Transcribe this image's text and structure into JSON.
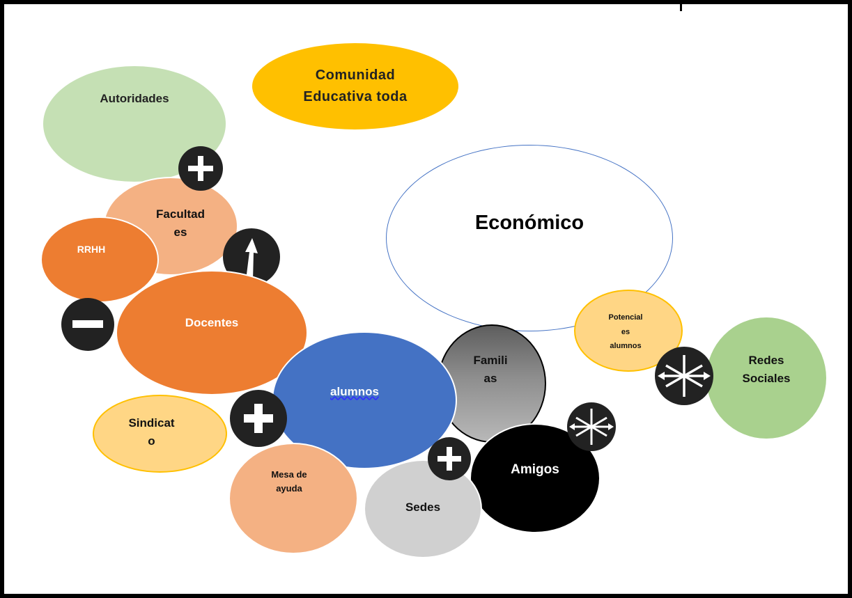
{
  "diagram": {
    "nodes": {
      "comunidad": {
        "label": "Comunidad\nEducativa  toda",
        "color": "#FFC000"
      },
      "autoridades": {
        "label": "Autoridades",
        "color": "#C5E0B4"
      },
      "facultades": {
        "label": "Facultad\nes",
        "color": "#F4B183"
      },
      "rrhh": {
        "label": "RRHH",
        "color": "#ED7D31"
      },
      "docentes": {
        "label": "Docentes",
        "color": "#ED7D31"
      },
      "sindicato": {
        "label": "Sindicat\no",
        "color": "#FFD685"
      },
      "alumnos": {
        "label": "alumnos",
        "color": "#4472C4"
      },
      "mesa": {
        "label": "Mesa de\nayuda",
        "color": "#F4B183"
      },
      "familias": {
        "label": "Famili\nas",
        "color": "#8C8C8C"
      },
      "economico": {
        "label": "Económico",
        "color": "#FFFFFF"
      },
      "potenciales": {
        "label": "Potencial\nes\nalumnos",
        "color": "#FFD685"
      },
      "redes": {
        "label": "Redes\nSociales",
        "color": "#A9D18E"
      },
      "amigos": {
        "label": "Amigos",
        "color": "#000000"
      },
      "sedes": {
        "label": "Sedes",
        "color": "#D0D0D0"
      }
    }
  }
}
